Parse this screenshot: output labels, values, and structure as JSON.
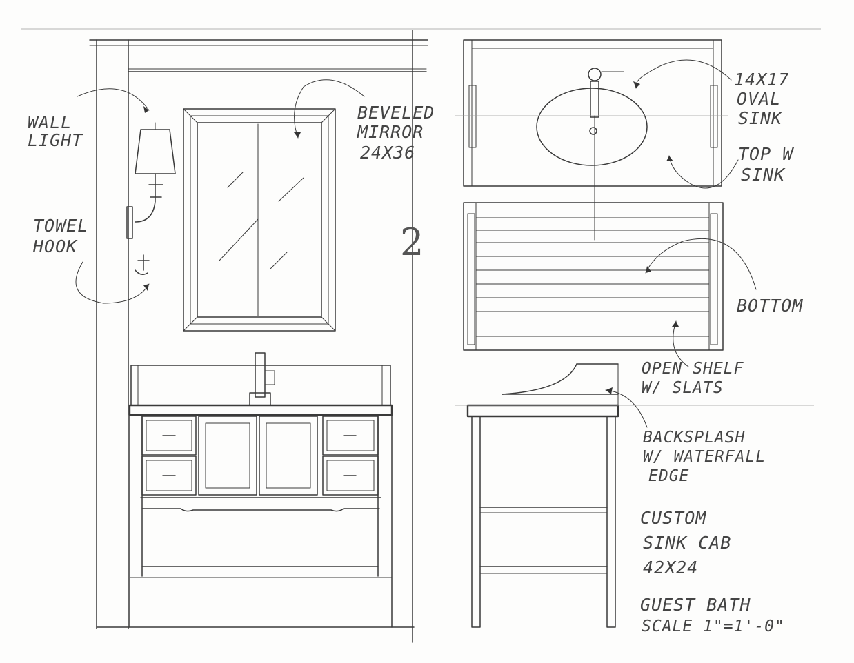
{
  "sheet": {
    "title_line1": "GUEST BATH",
    "title_line2": "SCALE 1\"=1'-0\"",
    "sheet_mark": "2"
  },
  "labels": {
    "wall_light": [
      "WALL",
      "LIGHT"
    ],
    "towel_hook": [
      "TOWEL",
      "HOOK"
    ],
    "beveled_mirror": [
      "BEVELED",
      "MIRROR",
      "24X36"
    ],
    "oval_sink": [
      "14X17",
      "OVAL",
      "SINK"
    ],
    "top_sink": [
      "TOP W",
      "SINK"
    ],
    "bottom": "BOTTOM",
    "open_shelf": [
      "OPEN SHELF",
      "W/ SLATS"
    ],
    "backsplash": [
      "BACKSPLASH",
      "W/ WATERFALL",
      "EDGE"
    ],
    "custom_cab": [
      "CUSTOM",
      "SINK CAB",
      "42X24"
    ]
  },
  "views": [
    "front-elevation",
    "top-plan",
    "bottom-plan",
    "side-elevation"
  ]
}
